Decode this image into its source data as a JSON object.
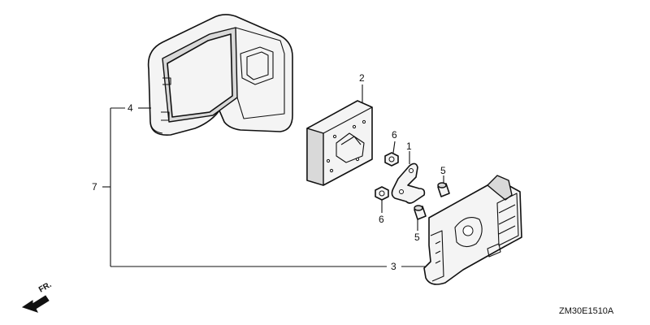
{
  "callouts": {
    "c1": "1",
    "c2": "2",
    "c3": "3",
    "c4": "4",
    "c5a": "5",
    "c5b": "5",
    "c6a": "6",
    "c6b": "6",
    "c7": "7"
  },
  "direction_label": "FR.",
  "diagram_code": "ZM30E1510A"
}
